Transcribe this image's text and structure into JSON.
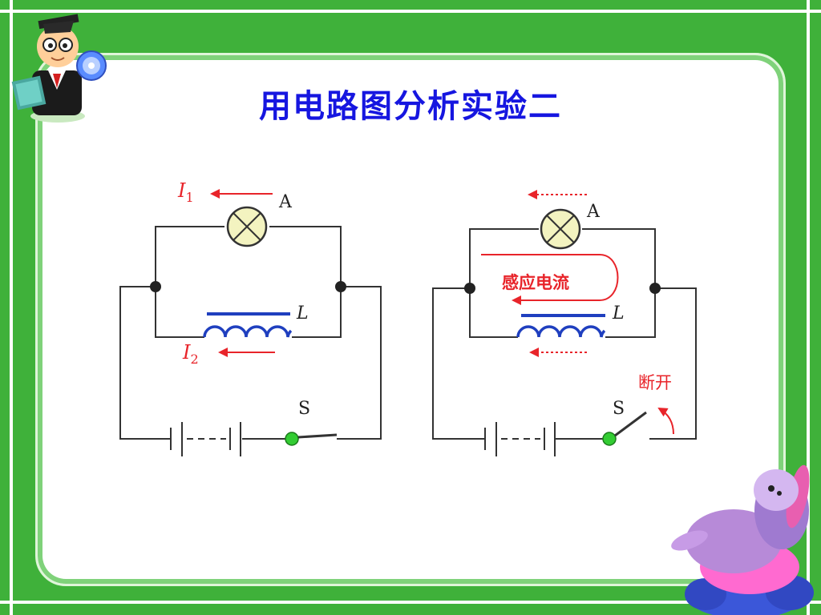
{
  "slide": {
    "title": "用电路图分析实验二"
  },
  "left_circuit": {
    "current1_symbol": "I",
    "current1_subscript": "1",
    "lamp_label": "A",
    "inductor_label": "L",
    "current2_symbol": "I",
    "current2_subscript": "2",
    "switch_label": "S"
  },
  "right_circuit": {
    "lamp_label": "A",
    "induced_current_label": "感应电流",
    "inductor_label": "L",
    "switch_label": "S",
    "open_label": "断开"
  },
  "colors": {
    "frame_green": "#3fb13a",
    "title_blue": "#1616e0",
    "arrow_red": "#e8242a",
    "inductor_blue": "#1f3fbf",
    "switch_green": "#33cc33",
    "lamp_fill": "#f3f3c0"
  },
  "icons": [
    "teacher-cartoon-icon",
    "cd-disc-icon",
    "plush-toy-icon"
  ]
}
